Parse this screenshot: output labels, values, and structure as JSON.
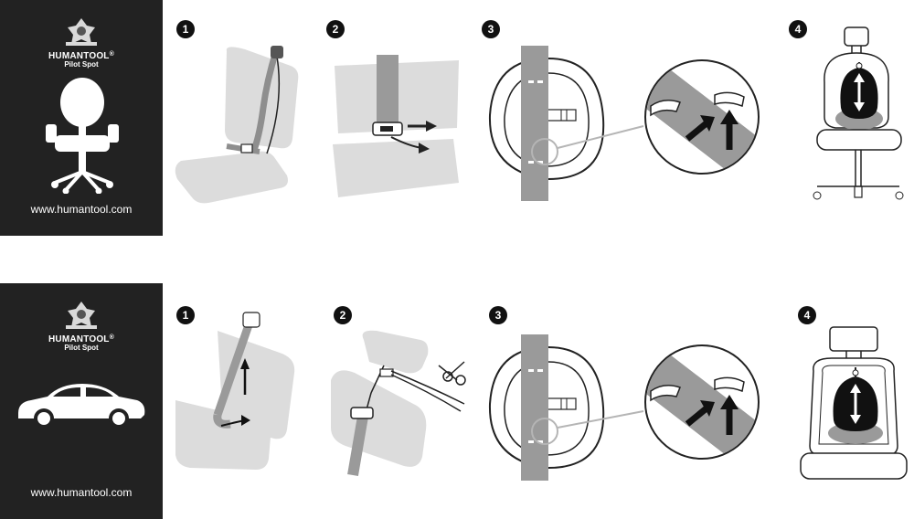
{
  "panels": [
    {
      "brand": "HUMANTOOL",
      "registered": "®",
      "product": "Pilot Spot",
      "url": "www.humantool.com",
      "pictogram": "office-chair-icon"
    },
    {
      "brand": "HUMANTOOL",
      "registered": "®",
      "product": "Pilot Spot",
      "url": "www.humantool.com",
      "pictogram": "car-icon"
    }
  ],
  "rows": [
    {
      "steps": [
        "1",
        "2",
        "3",
        "4"
      ]
    },
    {
      "steps": [
        "1",
        "2",
        "3",
        "4"
      ]
    }
  ],
  "colors": {
    "panel": "#222222",
    "ink": "#111111",
    "light_gray": "#d6d6d6",
    "mid_gray": "#9a9a9a"
  }
}
